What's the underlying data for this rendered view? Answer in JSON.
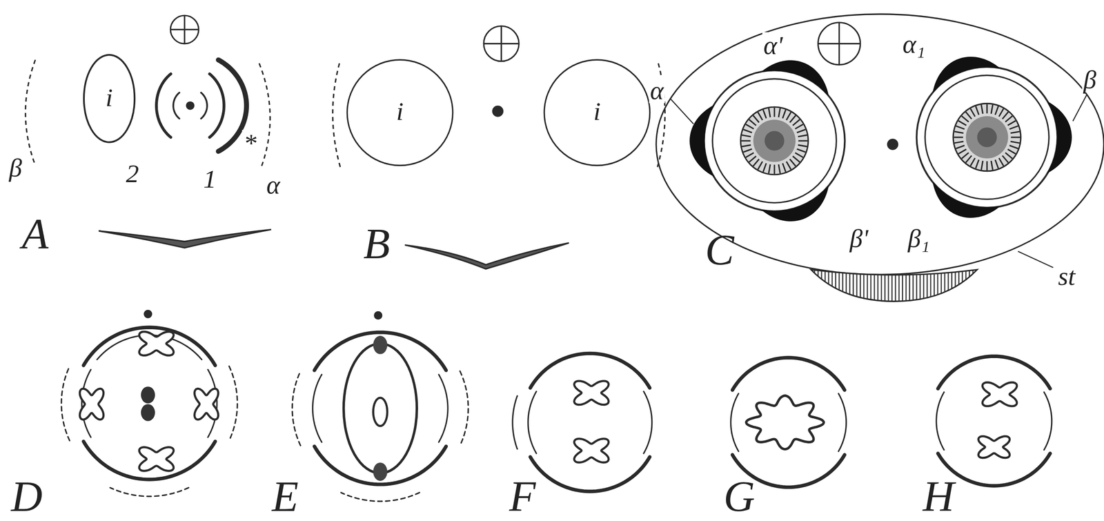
{
  "diagram": {
    "labels": [
      "A",
      "i",
      "2",
      "1",
      "β",
      "*",
      "α",
      "B",
      "i",
      "i",
      "α",
      "α'",
      "α₁",
      "β",
      "β'",
      "β₁",
      "st",
      "C",
      "D",
      "E",
      "F",
      "G",
      "H"
    ]
  }
}
